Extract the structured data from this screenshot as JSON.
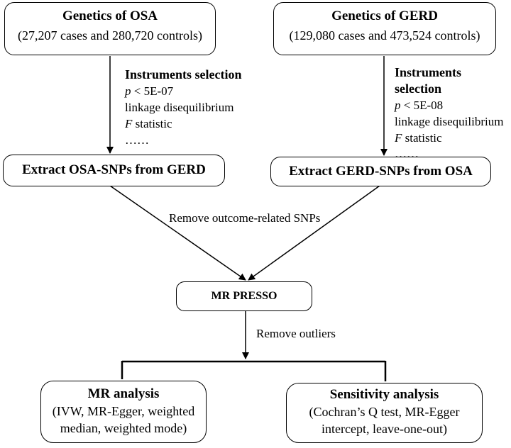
{
  "osa_box": {
    "title": "Genetics of OSA",
    "subtitle": "(27,207 cases and 280,720 controls)"
  },
  "gerd_box": {
    "title": "Genetics of GERD",
    "subtitle": "(129,080 cases and 473,524 controls)"
  },
  "osa_instruments": {
    "heading": "Instruments selection",
    "p_italic": "p",
    "p_rest": " < 5E-07",
    "ld": "linkage disequilibrium",
    "f_italic": "F",
    "f_rest": " statistic",
    "more": "……"
  },
  "gerd_instruments": {
    "heading": "Instruments selection",
    "p_italic": "p",
    "p_rest": " < 5E-08",
    "ld": "linkage disequilibrium",
    "f_italic": "F",
    "f_rest": " statistic",
    "more": "……"
  },
  "extract_osa": "Extract OSA-SNPs from GERD",
  "extract_gerd": "Extract GERD-SNPs from OSA",
  "remove_outcome": "Remove outcome-related SNPs",
  "mr_presso": "MR PRESSO",
  "remove_outliers": "Remove outliers",
  "mr_analysis": {
    "title": "MR analysis",
    "line1": "(IVW, MR-Egger, weighted",
    "line2": "median, weighted mode)"
  },
  "sensitivity": {
    "title": "Sensitivity analysis",
    "line1": "(Cochran’s Q test, MR-Egger",
    "line2": "intercept, leave-one-out)"
  }
}
